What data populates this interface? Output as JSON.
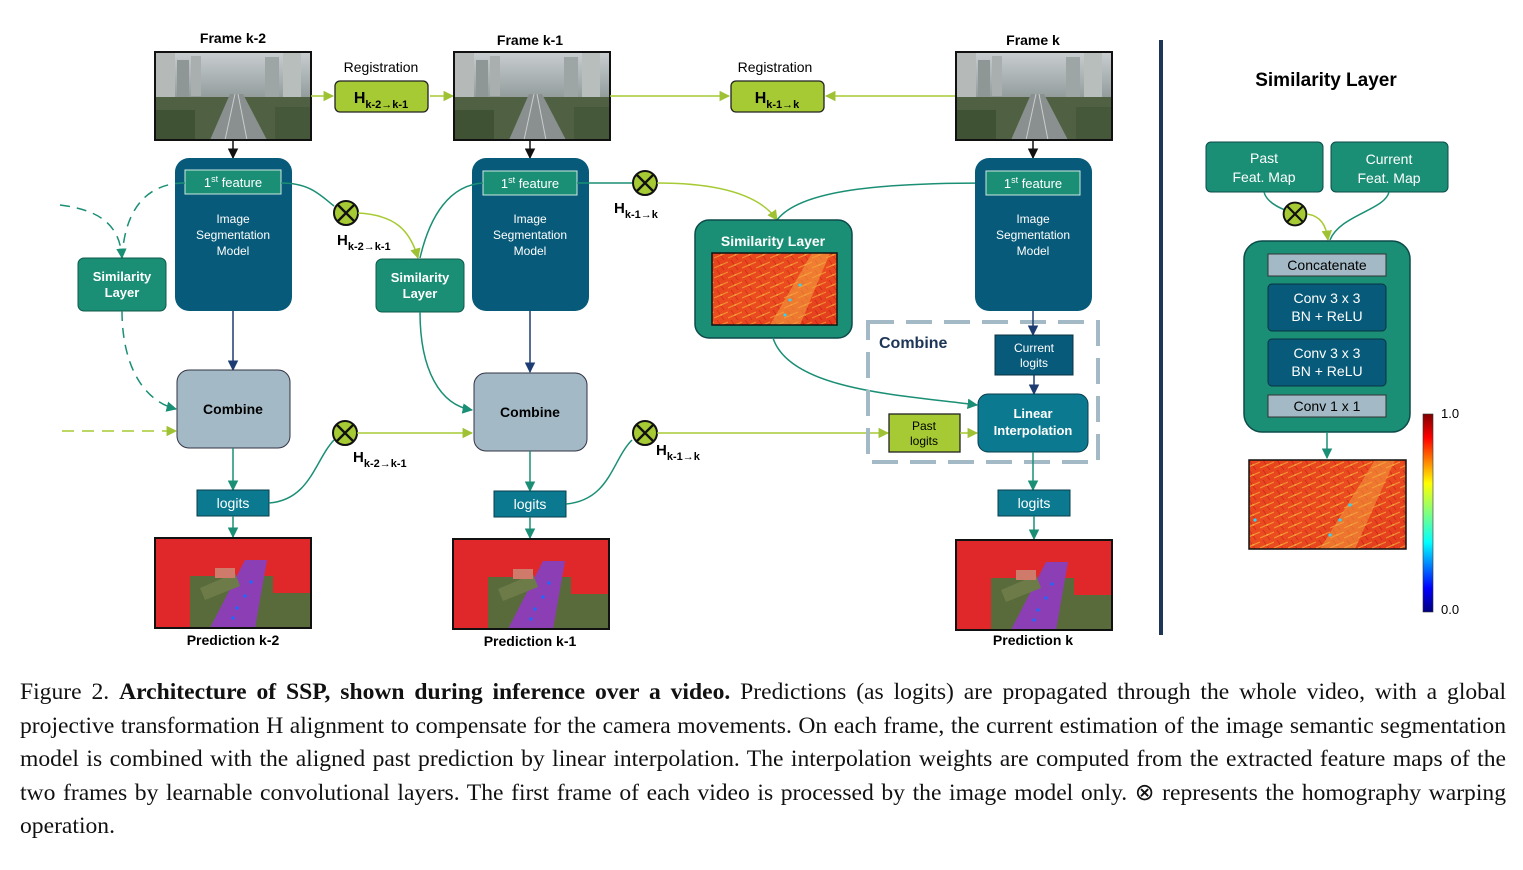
{
  "frames": [
    {
      "title": "Frame k-2",
      "prediction": "Prediction k-2",
      "feature": "1",
      "feature_sup": "st",
      "feature_rest": " feature",
      "model": [
        "Image",
        "Segmentation",
        "Model"
      ],
      "combine": "Combine",
      "logits": "logits"
    },
    {
      "title": "Frame k-1",
      "prediction": "Prediction k-1",
      "feature": "1",
      "feature_sup": "st",
      "feature_rest": " feature",
      "model": [
        "Image",
        "Segmentation",
        "Model"
      ],
      "combine": "Combine",
      "logits": "logits"
    },
    {
      "title": "Frame k",
      "prediction": "Prediction k",
      "feature": "1",
      "feature_sup": "st",
      "feature_rest": " feature",
      "model": [
        "Image",
        "Segmentation",
        "Model"
      ],
      "logits": "logits"
    }
  ],
  "registration": [
    {
      "label": "Registration",
      "H": "H",
      "sub": "k-2→k-1"
    },
    {
      "label": "Registration",
      "H": "H",
      "sub": "k-1→k"
    }
  ],
  "warp_labels": [
    {
      "H": "H",
      "sub": "k-2→k-1"
    },
    {
      "H": "H",
      "sub": "k-1→k"
    },
    {
      "H": "H",
      "sub": "k-2→k-1"
    },
    {
      "H": "H",
      "sub": "k-1→k"
    }
  ],
  "similarity_small": [
    "Similarity",
    "Layer"
  ],
  "similarity_big": "Similarity Layer",
  "combine_group": {
    "title": "Combine",
    "current_logits": [
      "Current",
      "logits"
    ],
    "past_logits": [
      "Past",
      "logits"
    ],
    "linear": [
      "Linear",
      "Interpolation"
    ]
  },
  "side_panel": {
    "title": "Similarity Layer",
    "past": [
      "Past",
      "Feat. Map"
    ],
    "current": [
      "Current",
      "Feat. Map"
    ],
    "layers": [
      "Concatenate",
      [
        "Conv 3 x 3",
        "BN + ReLU"
      ],
      [
        "Conv 3 x 3",
        "BN + ReLU"
      ],
      "Conv 1 x 1"
    ],
    "scale_max": "1.0",
    "scale_min": "0.0"
  },
  "colors": {
    "dark_blue": "#075a79",
    "teal": "#1a8f75",
    "lime": "#a6ca33",
    "gray": "#a3bac6",
    "navy": "#1d3557"
  },
  "caption": {
    "label": "Figure 2.",
    "bold": "Architecture of SSP, shown during inference over a video.",
    "text": " Predictions (as logits) are propagated through the whole video, with a global projective transformation H alignment to compensate for the camera movements. On each frame, the current estimation of the image semantic segmentation model is combined with the aligned past prediction by linear interpolation. The interpolation weights are computed from the extracted feature maps of the two frames by learnable convolutional layers. The first frame of each video is processed by the image model only. ⊗ represents the homography warping operation."
  }
}
